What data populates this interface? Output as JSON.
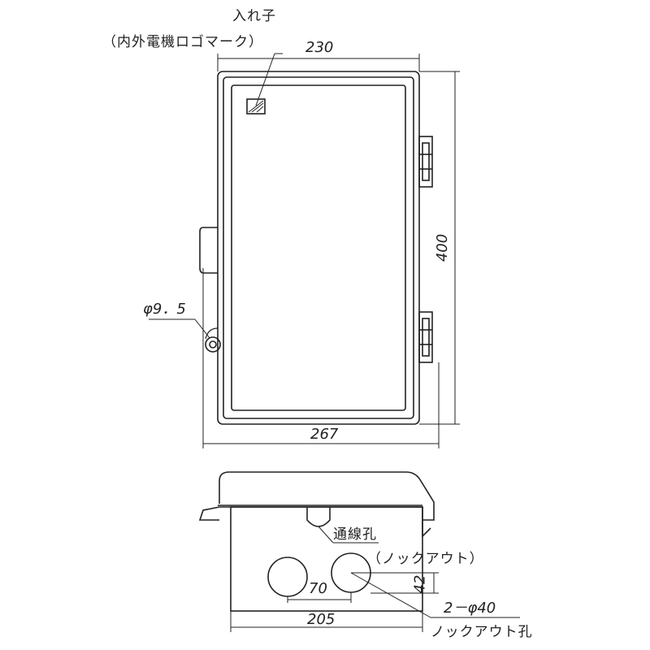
{
  "front_view": {
    "callout_insert": "入れ子",
    "callout_logo": "（内外電機ロゴマーク）",
    "dim_width_inner": "230",
    "dim_height": "400",
    "dim_width_outer": "267",
    "dim_hole": "φ9．5"
  },
  "bottom_view": {
    "callout_wiring": "通線孔",
    "callout_knockout": "（ノックアウト）",
    "dim_pitch": "70",
    "dim_offset": "42",
    "dim_width": "205",
    "callout_holes": "2－φ40",
    "callout_holes_sub": "ノックアウト孔"
  }
}
